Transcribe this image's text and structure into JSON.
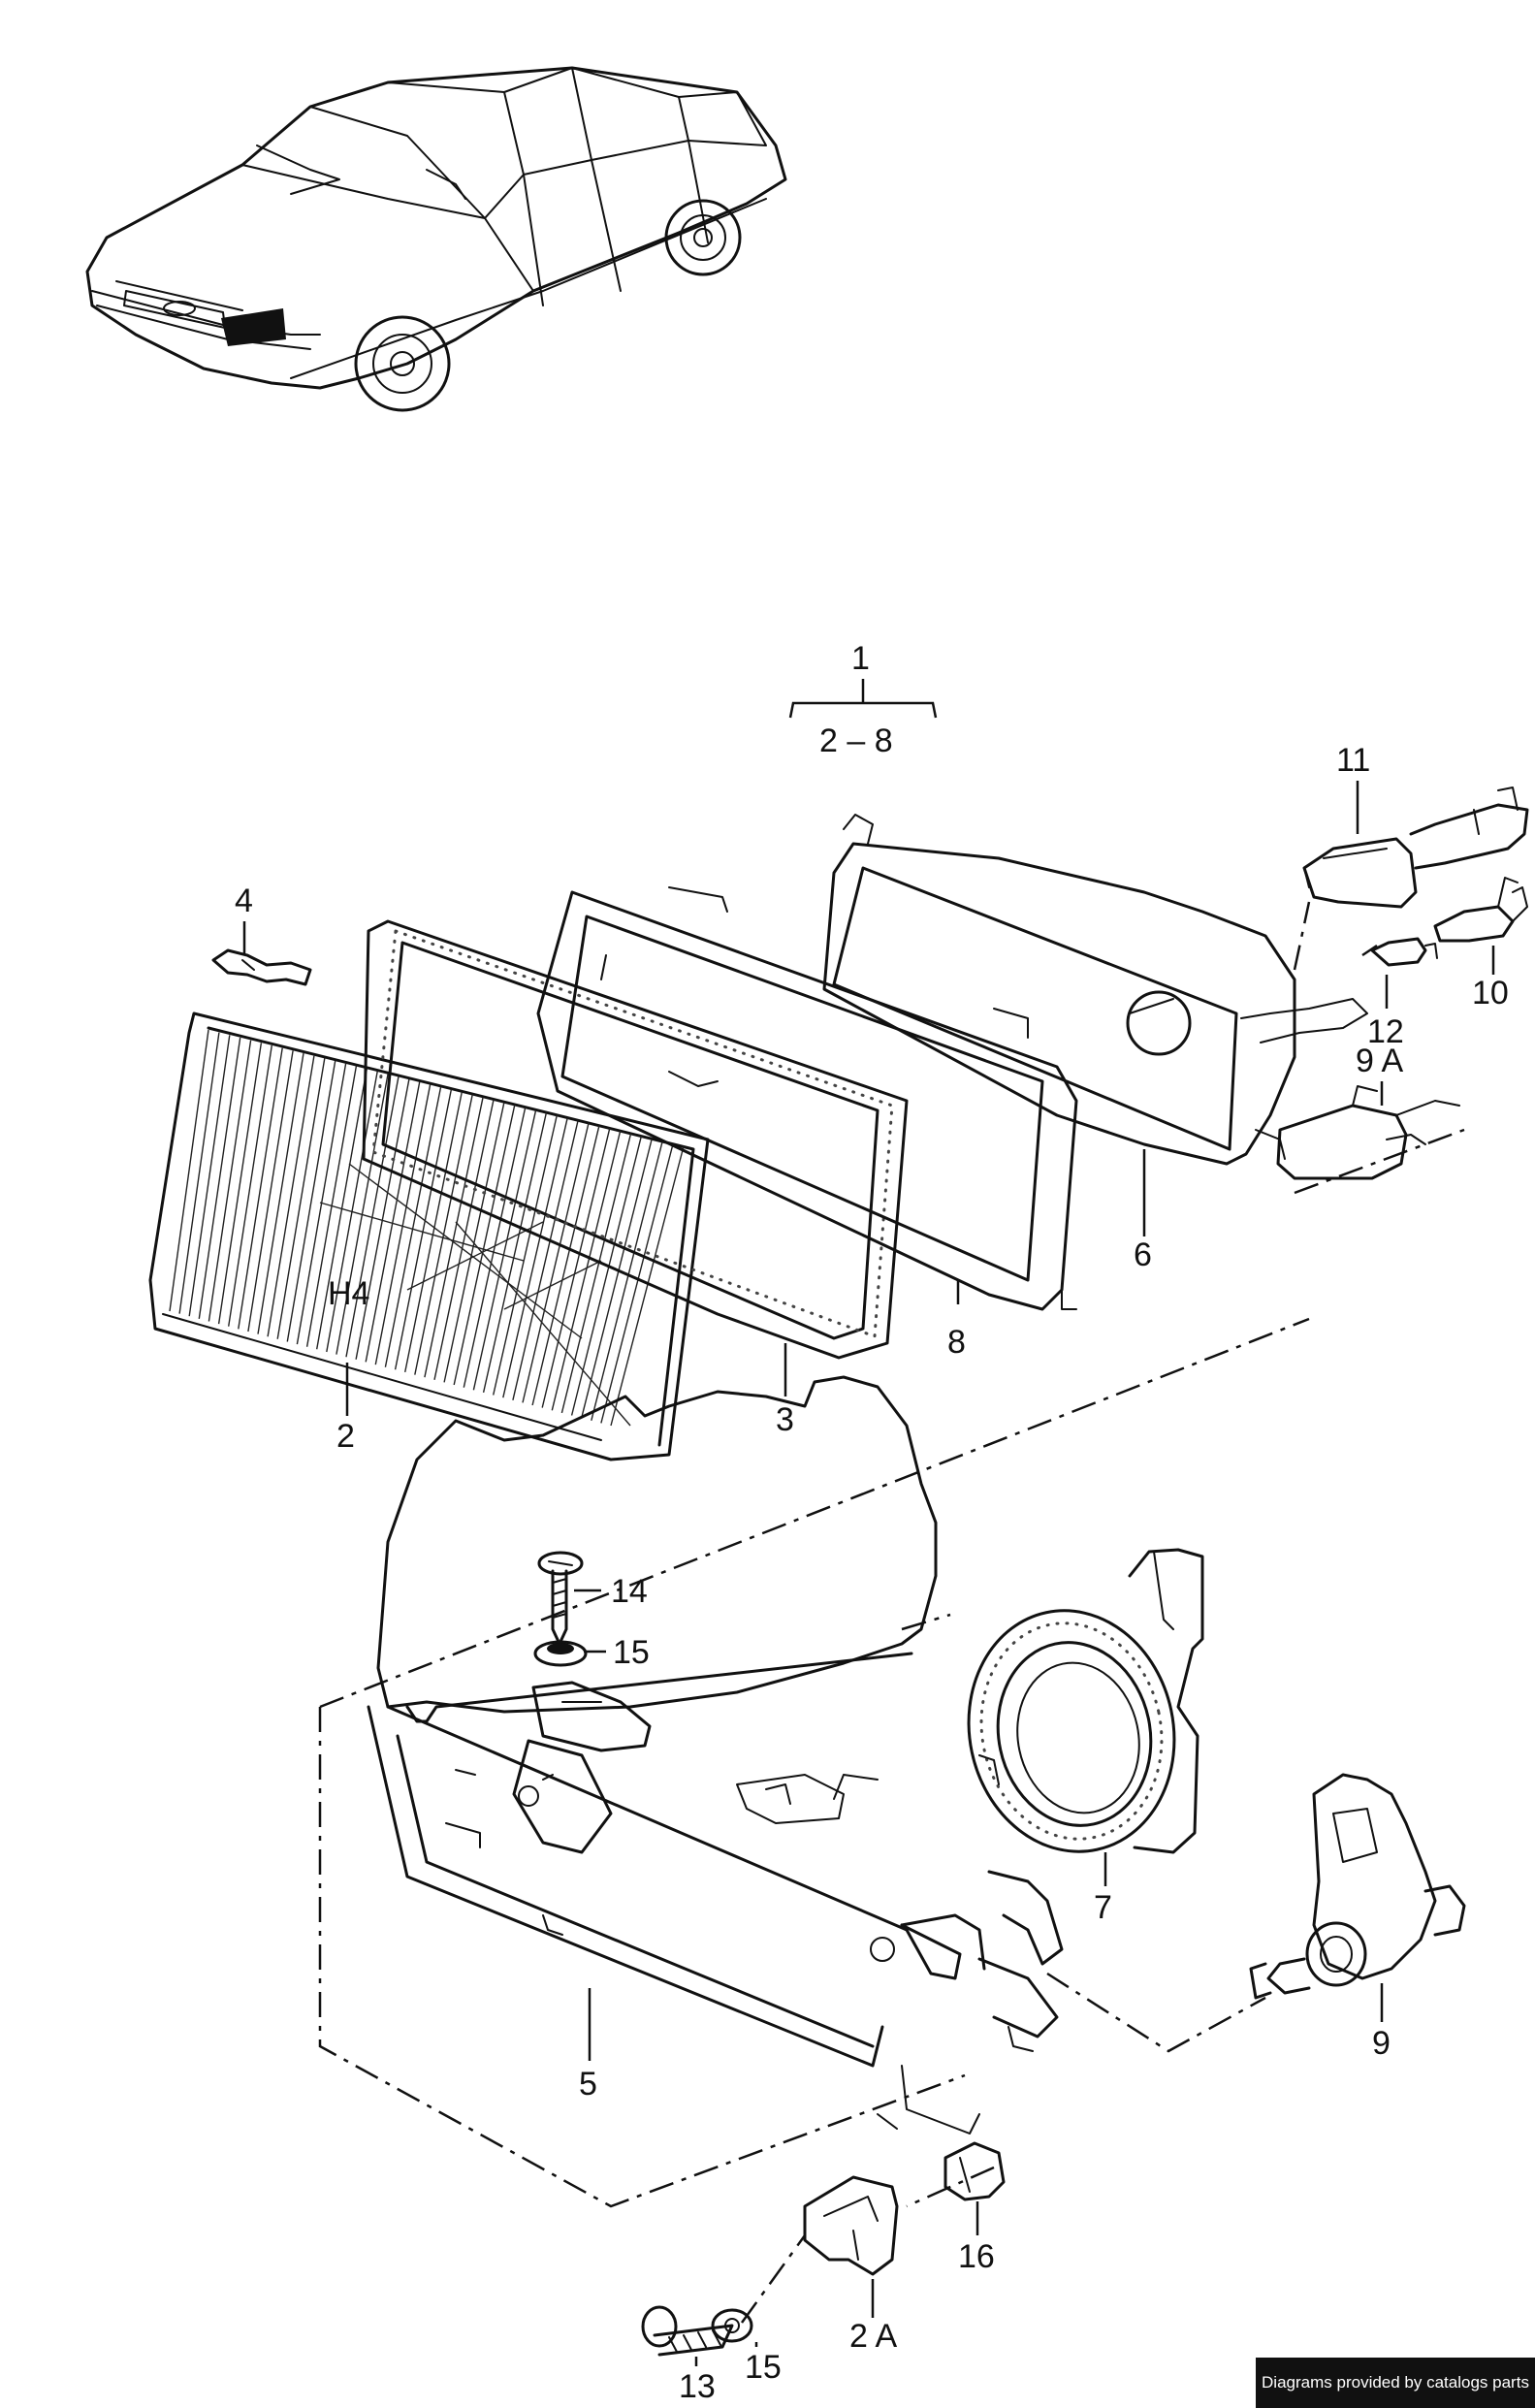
{
  "labels": {
    "group_top": "1",
    "group_range": "2 – 8",
    "l2": "2",
    "l2a": "2 A",
    "l3": "3",
    "l4": "4",
    "l5": "5",
    "l6": "6",
    "l7": "7",
    "l8": "8",
    "l9": "9",
    "l9a": "9 A",
    "l10": "10",
    "l11": "11",
    "l12": "12",
    "l13": "13",
    "l14": "14",
    "l15a": "15",
    "l15b": "15",
    "l16": "16",
    "lens_mark": "H4"
  },
  "footer": {
    "credit": "Diagrams provided by catalogs parts"
  }
}
